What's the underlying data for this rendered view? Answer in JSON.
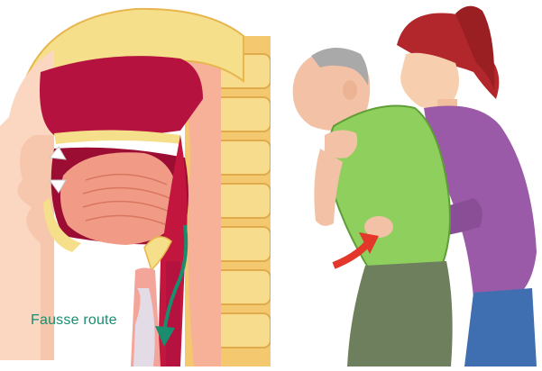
{
  "caption": {
    "label": "Fausse route"
  },
  "colors": {
    "tissue_red": "#b5123f",
    "pink_tissue": "#f19a86",
    "bone": "#f6df8a",
    "arrow_green": "#1a8d6f",
    "shirt_green": "#8fcf5e",
    "sweater_purple": "#9a5aa7",
    "thrust_arrow_red": "#e2372a"
  },
  "icons": {
    "left": "anatomy-throat-cross-section",
    "right": "heimlich-maneuver-scene"
  }
}
